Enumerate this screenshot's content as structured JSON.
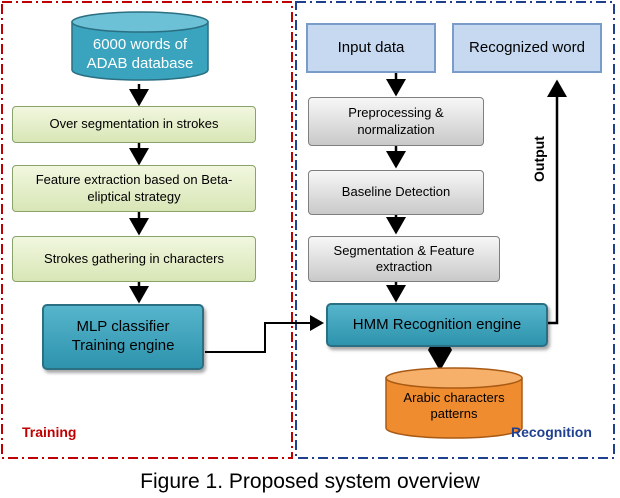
{
  "training": {
    "label": "Training",
    "database": "6000 words of ADAB database",
    "steps": [
      "Over segmentation in strokes",
      "Feature extraction based on Beta-eliptical strategy",
      "Strokes gathering in characters"
    ],
    "classifier": "MLP classifier Training engine"
  },
  "recognition": {
    "label": "Recognition",
    "input": "Input data",
    "output_box": "Recognized word",
    "steps": [
      "Preprocessing & normalization",
      "Baseline Detection",
      "Segmentation & Feature extraction"
    ],
    "engine": "HMM Recognition engine",
    "patterns": "Arabic characters patterns",
    "output_label": "Output"
  },
  "caption": {
    "figure": "Figure 1",
    "text": ". Proposed system overview"
  },
  "colors": {
    "training_border": "#c00000",
    "recognition_border": "#1f3f8f",
    "training_label": "#c00000",
    "recognition_label": "#1f3f8f",
    "teal": "#3aa3bd",
    "green": "#d8e6b6",
    "gray": "#c9c9c9",
    "orange": "#f08c30",
    "blue": "#c6d9f1"
  }
}
